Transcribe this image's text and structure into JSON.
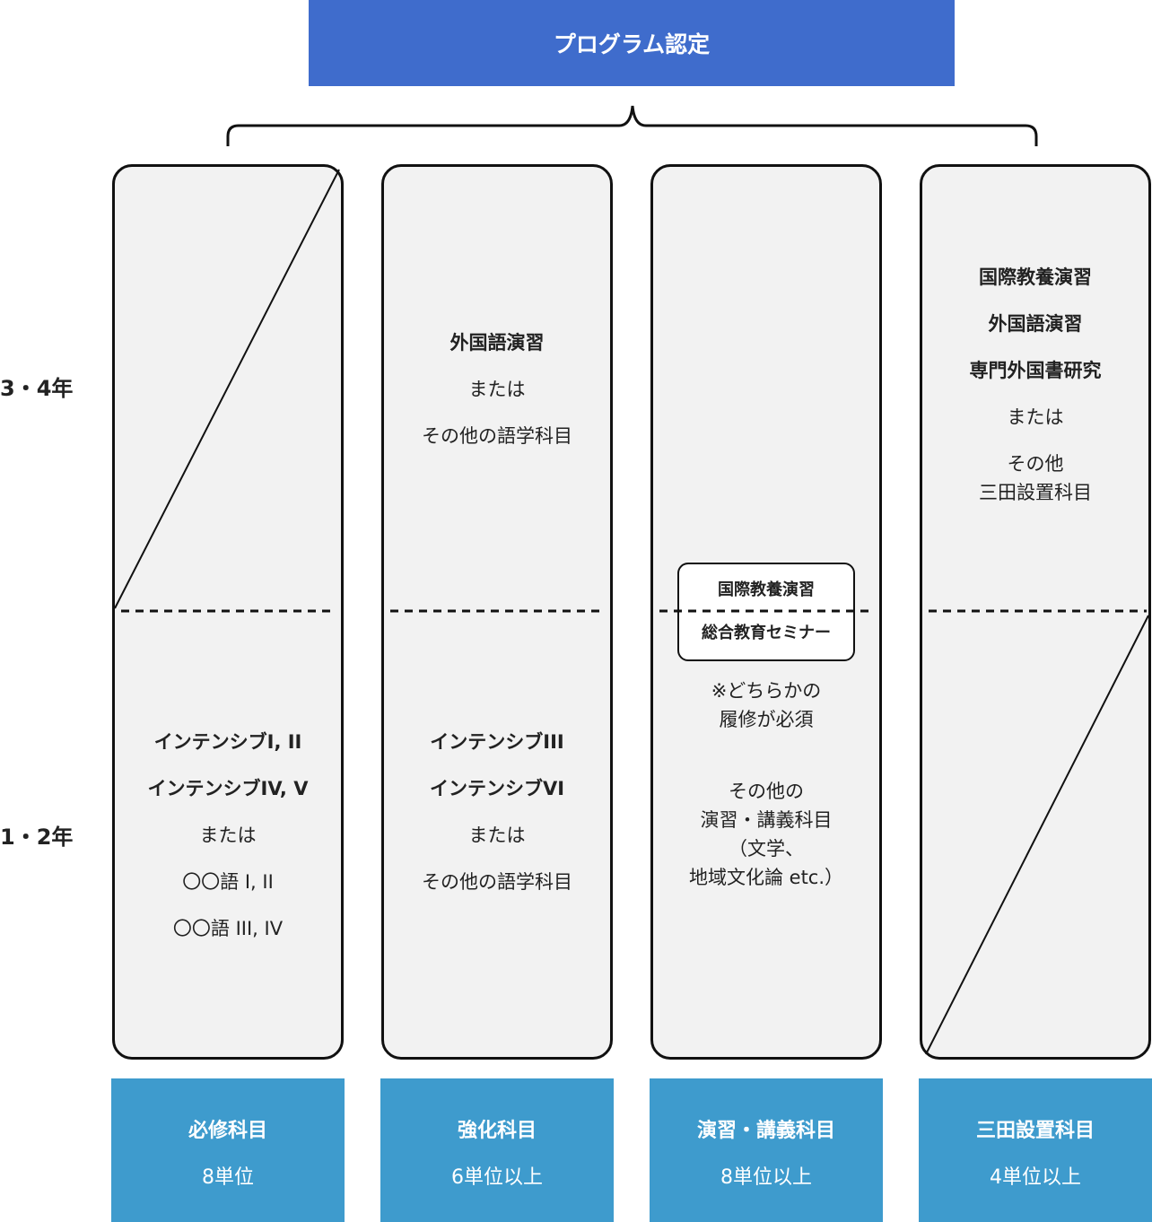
{
  "header": {
    "title": "プログラム認定"
  },
  "years": {
    "upper": "3・4年",
    "lower": "1・2年"
  },
  "columns": [
    {
      "lower": [
        "インテンシブI, II",
        "インテンシブIV, V",
        "または",
        "〇〇語 I, II",
        "〇〇語 III, IV"
      ]
    },
    {
      "upper": [
        "外国語演習",
        "または",
        "その他の語学科目"
      ],
      "lower": [
        "インテンシブIII",
        "インテンシブVI",
        "または",
        "その他の語学科目"
      ]
    },
    {
      "box": [
        "国際教養演習",
        "総合教育セミナー"
      ],
      "note": [
        "※どちらかの",
        "履修が必須"
      ],
      "lower": [
        "その他の",
        "演習・講義科目",
        "（文学、",
        "地域文化論 etc.）"
      ]
    },
    {
      "upper": [
        "国際教養演習",
        "外国語演習",
        "専門外国書研究",
        "または",
        "その他",
        "三田設置科目"
      ]
    }
  ],
  "footer": [
    {
      "name": "必修科目",
      "units": "8単位"
    },
    {
      "name": "強化科目",
      "units": "6単位以上"
    },
    {
      "name": "演習・講義科目",
      "units": "8単位以上"
    },
    {
      "name": "三田設置科目",
      "units": "4単位以上"
    }
  ],
  "colors": {
    "header": "#3f6ccc",
    "footer": "#3e9bcd",
    "panel": "#f2f2f2"
  }
}
